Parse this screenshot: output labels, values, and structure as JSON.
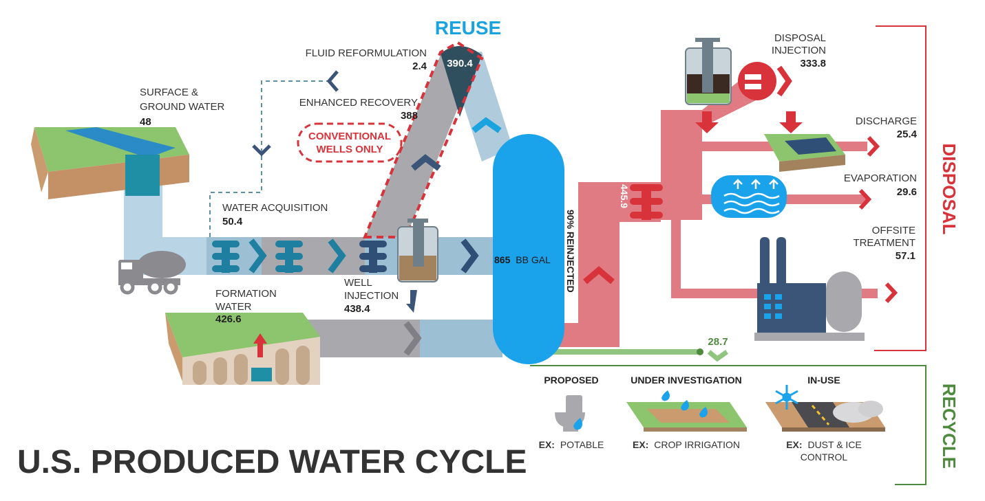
{
  "title": "U.S. PRODUCED WATER CYCLE",
  "reuse_label": "REUSE",
  "disposal_label": "DISPOSAL",
  "recycle_label": "RECYCLE",
  "colors": {
    "reuse_blue": "#1aa3df",
    "disposal_red": "#d8333a",
    "recycle_green": "#4e8a3e",
    "pipe_blue": "#9fbfd3",
    "pipe_red": "#e07b83",
    "pipe_grey": "#a9a9ad",
    "tank_blue": "#1aa3ea"
  },
  "nodes": {
    "surface_water": {
      "label_line1": "SURFACE &",
      "label_line2": "GROUND WATER",
      "value": "48"
    },
    "fluid_reformulation": {
      "label": "FLUID REFORMULATION",
      "value": "2.4"
    },
    "enhanced_recovery": {
      "label": "ENHANCED RECOVERY",
      "value": "388"
    },
    "conventional_wells": {
      "line1": "CONVENTIONAL",
      "line2": "WELLS ONLY"
    },
    "reuse_peak": {
      "value": "390.4"
    },
    "water_acquisition": {
      "label": "WATER ACQUISITION",
      "value": "50.4"
    },
    "formation_water": {
      "label_line1": "FORMATION",
      "label_line2": "WATER",
      "value": "426.6"
    },
    "well_injection": {
      "label_line1": "WELL",
      "label_line2": "INJECTION",
      "value": "438.4"
    },
    "tank": {
      "value": "865",
      "unit": "BB GAL"
    },
    "reinjected": {
      "text": "90% REINJECTED"
    },
    "disposal_total": {
      "value": "445.9"
    },
    "disposal_injection": {
      "label_line1": "DISPOSAL",
      "label_line2": "INJECTION",
      "value": "333.8"
    },
    "discharge": {
      "label": "DISCHARGE",
      "value": "25.4"
    },
    "evaporation": {
      "label": "EVAPORATION",
      "value": "29.6"
    },
    "offsite_treatment": {
      "label_line1": "OFFSITE",
      "label_line2": "TREATMENT",
      "value": "57.1"
    },
    "recycle_flow": {
      "value": "28.7"
    }
  },
  "recycle": {
    "proposed": {
      "heading": "PROPOSED",
      "ex": "EX:",
      "text": "POTABLE"
    },
    "investigation": {
      "heading": "UNDER INVESTIGATION",
      "ex": "EX:",
      "text": "CROP IRRIGATION"
    },
    "in_use": {
      "heading": "IN-USE",
      "ex": "EX:",
      "text_line1": "DUST & ICE",
      "text_line2": "CONTROL"
    }
  },
  "icons": [
    "mixer-truck-icon",
    "wellhead-icon",
    "toilet-icon",
    "snowflake-icon",
    "factory-icon",
    "evaporation-pond-icon"
  ]
}
